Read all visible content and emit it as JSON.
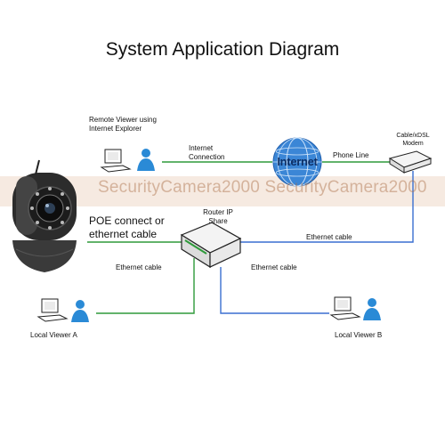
{
  "title": "System Application Diagram",
  "watermark": "SecurityCamera2000 SecurityCamera2000",
  "nodes": {
    "remote_viewer": "Remote Viewer using Internet Explorer",
    "internet": "Internet",
    "modem": "Cable/xDSL Modem",
    "router": "Router IP Share",
    "local_viewer_a": "Local Viewer A",
    "local_viewer_b": "Local Viewer B"
  },
  "connections": {
    "internet_connection": "Internet Connection",
    "phone_line": "Phone Line",
    "poe_connect": "POE connect or ethernet cable",
    "ethernet_cable_modem": "Ethernet cable",
    "ethernet_cable_a": "Ethernet cable",
    "ethernet_cable_b": "Ethernet cable"
  },
  "colors": {
    "green_line": "#2e9a3a",
    "blue_line": "#3a6fd0",
    "person_blue": "#2a8ad6"
  }
}
